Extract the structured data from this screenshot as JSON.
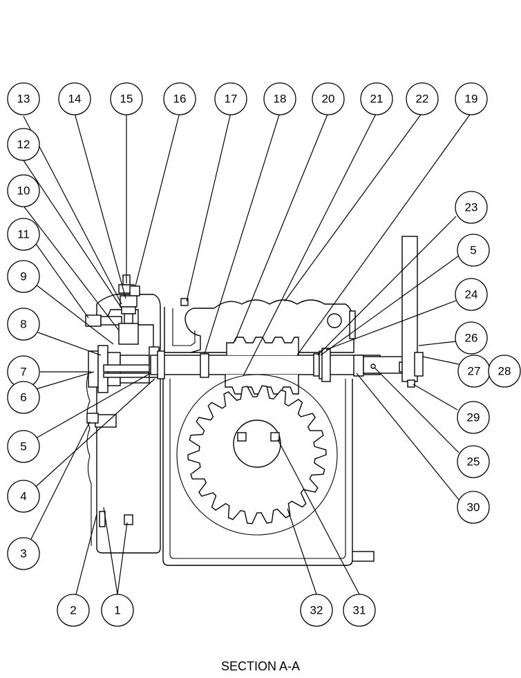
{
  "caption": "SECTION A-A",
  "colors": {
    "line": "#000000",
    "background": "#ffffff"
  },
  "callouts": [
    {
      "id": "c13",
      "label": "13"
    },
    {
      "id": "c14",
      "label": "14"
    },
    {
      "id": "c15",
      "label": "15"
    },
    {
      "id": "c16",
      "label": "16"
    },
    {
      "id": "c17",
      "label": "17"
    },
    {
      "id": "c18",
      "label": "18"
    },
    {
      "id": "c20",
      "label": "20"
    },
    {
      "id": "c21",
      "label": "21"
    },
    {
      "id": "c22",
      "label": "22"
    },
    {
      "id": "c19",
      "label": "19"
    },
    {
      "id": "c12",
      "label": "12"
    },
    {
      "id": "c10",
      "label": "10"
    },
    {
      "id": "c11",
      "label": "11"
    },
    {
      "id": "c9",
      "label": "9"
    },
    {
      "id": "c8",
      "label": "8"
    },
    {
      "id": "c7",
      "label": "7"
    },
    {
      "id": "c6",
      "label": "6"
    },
    {
      "id": "c5a",
      "label": "5"
    },
    {
      "id": "c4",
      "label": "4"
    },
    {
      "id": "c3",
      "label": "3"
    },
    {
      "id": "c2",
      "label": "2"
    },
    {
      "id": "c1",
      "label": "1"
    },
    {
      "id": "c23",
      "label": "23"
    },
    {
      "id": "c5b",
      "label": "5"
    },
    {
      "id": "c24",
      "label": "24"
    },
    {
      "id": "c26",
      "label": "26"
    },
    {
      "id": "c27",
      "label": "27"
    },
    {
      "id": "c28",
      "label": "28"
    },
    {
      "id": "c29",
      "label": "29"
    },
    {
      "id": "c25",
      "label": "25"
    },
    {
      "id": "c30",
      "label": "30"
    },
    {
      "id": "c32",
      "label": "32"
    },
    {
      "id": "c31",
      "label": "31"
    }
  ]
}
